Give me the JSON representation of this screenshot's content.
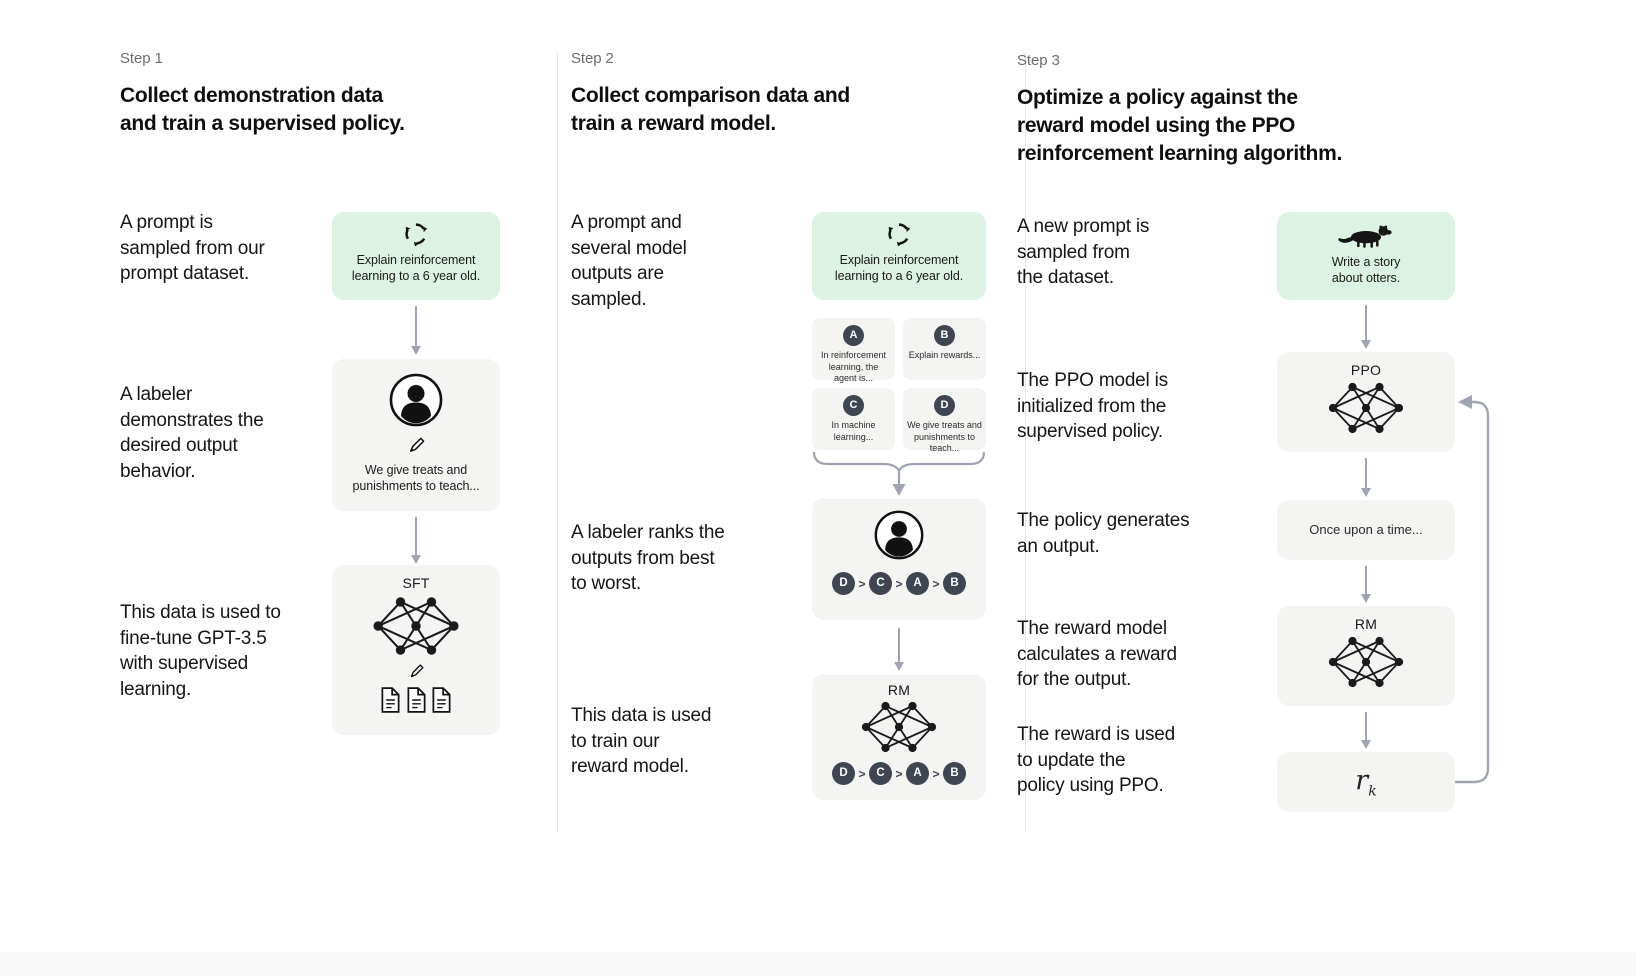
{
  "colors": {
    "prompt_box_green": "#dcf2e2",
    "model_box_gray": "#f4f4f2",
    "chip_dark": "#3f4551",
    "arrow_gray": "#a0a4b2"
  },
  "steps": [
    {
      "label": "Step 1",
      "title_lines": [
        "Collect demonstration data",
        "and train a supervised policy."
      ],
      "captions": [
        {
          "lines": [
            "A prompt is",
            "sampled from our",
            "prompt dataset."
          ]
        },
        {
          "lines": [
            "A labeler",
            "demonstrates the",
            "desired output",
            "behavior."
          ]
        },
        {
          "lines": [
            "This data is used to",
            "fine-tune GPT-3.5",
            "with supervised",
            "learning."
          ]
        }
      ],
      "prompt_box": {
        "icon": "cycle-icon",
        "lines": [
          "Explain reinforcement",
          "learning to a 6 year old."
        ]
      },
      "labeler_box": {
        "icon": "person-icon",
        "lines": [
          "We give treats and",
          "punishments to teach..."
        ]
      },
      "sft_label": "SFT"
    },
    {
      "label": "Step 2",
      "title_lines": [
        "Collect comparison data and",
        "train a reward model."
      ],
      "captions": [
        {
          "lines": [
            "A prompt and",
            "several model",
            "outputs are",
            "sampled."
          ]
        },
        {
          "lines": [
            "A labeler ranks the",
            "outputs from best",
            "to worst."
          ]
        },
        {
          "lines": [
            "This data is used",
            "to train our",
            "reward model."
          ]
        }
      ],
      "prompt_box": {
        "icon": "cycle-icon",
        "lines": [
          "Explain reinforcement",
          "learning to a 6 year old."
        ]
      },
      "options": [
        {
          "letter": "A",
          "lines": [
            "In reinforcement",
            "learning, the",
            "agent is..."
          ]
        },
        {
          "letter": "B",
          "lines": [
            "Explain rewards..."
          ]
        },
        {
          "letter": "C",
          "lines": [
            "In machine",
            "learning..."
          ]
        },
        {
          "letter": "D",
          "lines": [
            "We give treats and",
            "punishments to",
            "teach..."
          ]
        }
      ],
      "ranking": [
        "D",
        "C",
        "A",
        "B"
      ],
      "ranking_separator": ">",
      "rm_label": "RM"
    },
    {
      "label": "Step 3",
      "title_lines": [
        "Optimize a policy against the",
        "reward model using the PPO",
        "reinforcement learning algorithm."
      ],
      "captions": [
        {
          "lines": [
            "A new prompt is",
            "sampled from",
            "the dataset."
          ]
        },
        {
          "lines": [
            "The PPO model is",
            "initialized from the",
            "supervised policy."
          ]
        },
        {
          "lines": [
            "The policy generates",
            "an output."
          ]
        },
        {
          "lines": [
            "The reward model",
            "calculates a reward",
            "for the output."
          ]
        },
        {
          "lines": [
            "The reward is used",
            "to update the",
            "policy using PPO."
          ]
        }
      ],
      "prompt_box": {
        "icon": "otter-icon",
        "lines": [
          "Write a story",
          "about otters."
        ]
      },
      "ppo_label": "PPO",
      "output_box_text": "Once upon a time...",
      "rm_label": "RM",
      "reward_symbol": {
        "base": "r",
        "subscript": "k"
      }
    }
  ]
}
